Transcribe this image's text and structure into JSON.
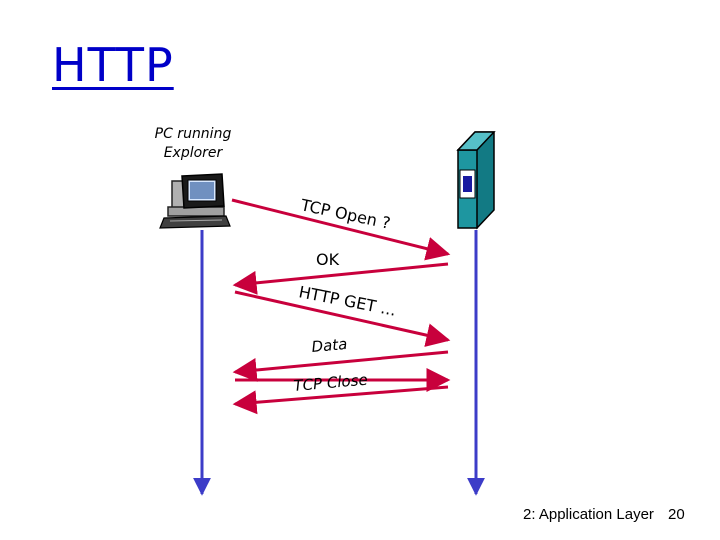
{
  "title": "HTTP",
  "client": {
    "label_line1": "PC running",
    "label_line2": "Explorer"
  },
  "messages": [
    {
      "label": "TCP Open ?",
      "direction": "to-server"
    },
    {
      "label": "OK",
      "direction": "to-client"
    },
    {
      "label": "HTTP GET ...",
      "direction": "to-server"
    },
    {
      "label": "Data",
      "direction": "to-client"
    },
    {
      "label": "TCP Close",
      "direction": "to-server"
    },
    {
      "label": "",
      "direction": "to-client"
    }
  ],
  "footer": {
    "section": "2: Application Layer",
    "page": "20"
  },
  "colors": {
    "title": "#0000c8",
    "arrow": "#c8003c",
    "timeline": "#3c3cc8",
    "server": "#1e96a0"
  }
}
